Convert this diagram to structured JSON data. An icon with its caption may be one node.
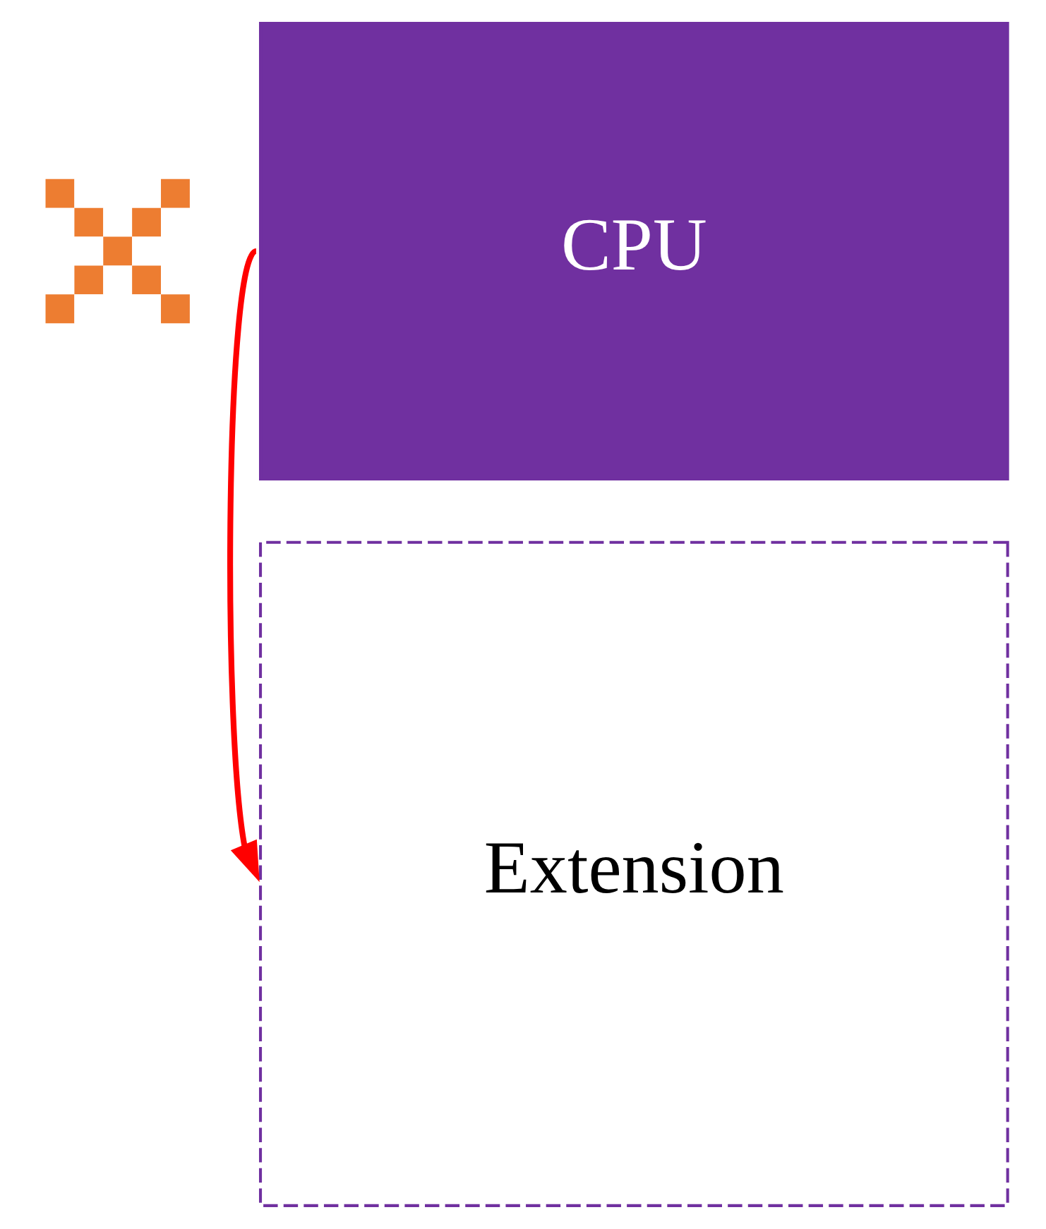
{
  "diagram": {
    "nodes": [
      {
        "text": [
          "CPU"
        ]
      },
      {
        "text": [],
        "shape": "cross"
      },
      {
        "text": [
          "Extension"
        ]
      }
    ],
    "edges": [
      {
        "from": 0,
        "to": 2,
        "arrow": "to",
        "color": "#ff0000"
      }
    ]
  }
}
